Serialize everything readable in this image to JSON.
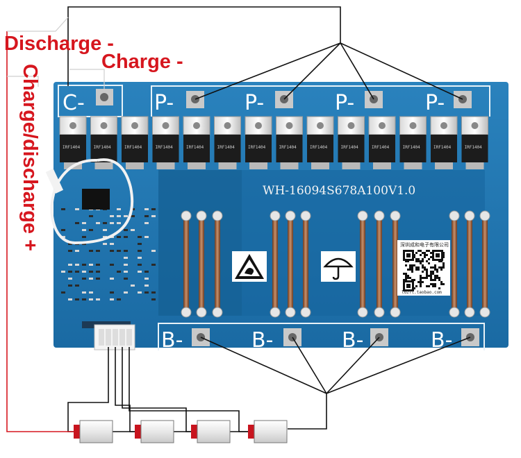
{
  "labels": {
    "discharge_neg": "Discharge -",
    "charge_neg": "Charge -",
    "charge_discharge_pos": "Charge/discharge +"
  },
  "board": {
    "model": "WH-16094S678A100V1.0",
    "pad_c": "C-",
    "pads_p": [
      "P-",
      "P-",
      "P-",
      "P-"
    ],
    "pads_b": [
      "B-",
      "B-",
      "B-",
      "B-"
    ],
    "mosfet_part": "IRF1404",
    "qr_caption": "深圳成和电子有限公司",
    "qr_url": "ldzft.taobao.com",
    "esd_icon": "esd-warning-icon",
    "dry_icon": "keep-dry-umbrella-icon"
  },
  "batteries": {
    "count": 4
  },
  "colors": {
    "board_blue": "#1b6fa8",
    "board_dark": "#15527d",
    "label_red": "#d6161e",
    "wire": "#111111",
    "cell_tip": "#c8141e"
  }
}
